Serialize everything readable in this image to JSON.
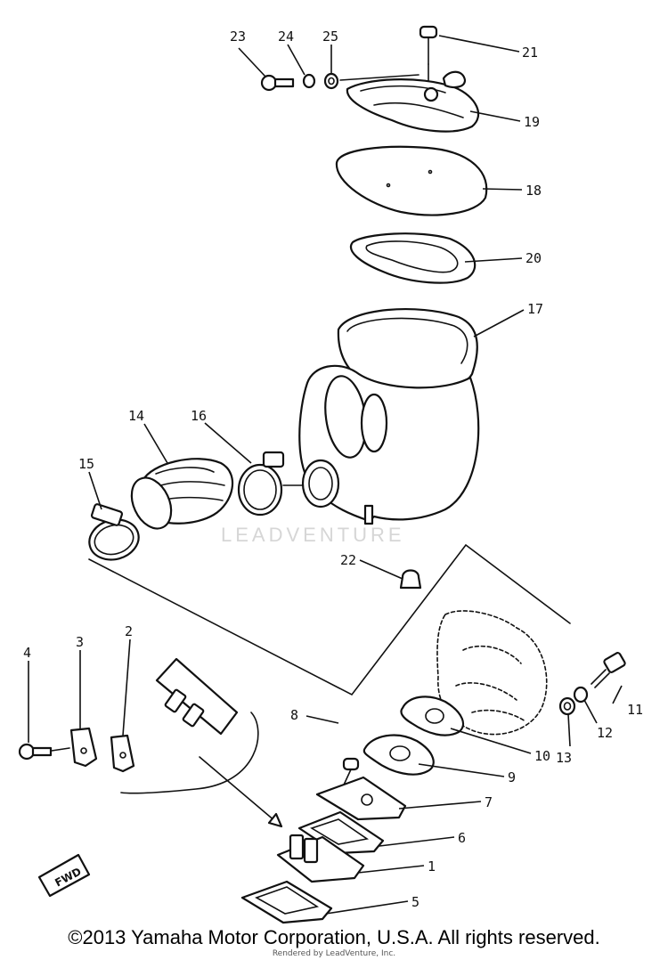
{
  "diagram": {
    "callouts": [
      "1",
      "2",
      "3",
      "4",
      "5",
      "6",
      "7",
      "8",
      "9",
      "10",
      "11",
      "12",
      "13",
      "14",
      "15",
      "16",
      "17",
      "18",
      "19",
      "20",
      "21",
      "22",
      "23",
      "24",
      "25"
    ],
    "fwd_label": "FWD",
    "watermark": "LEADVENTURE"
  },
  "footer": {
    "copyright": "©2013 Yamaha Motor Corporation, U.S.A. All rights reserved.",
    "rendered_by": "Rendered by LeadVenture, Inc."
  }
}
